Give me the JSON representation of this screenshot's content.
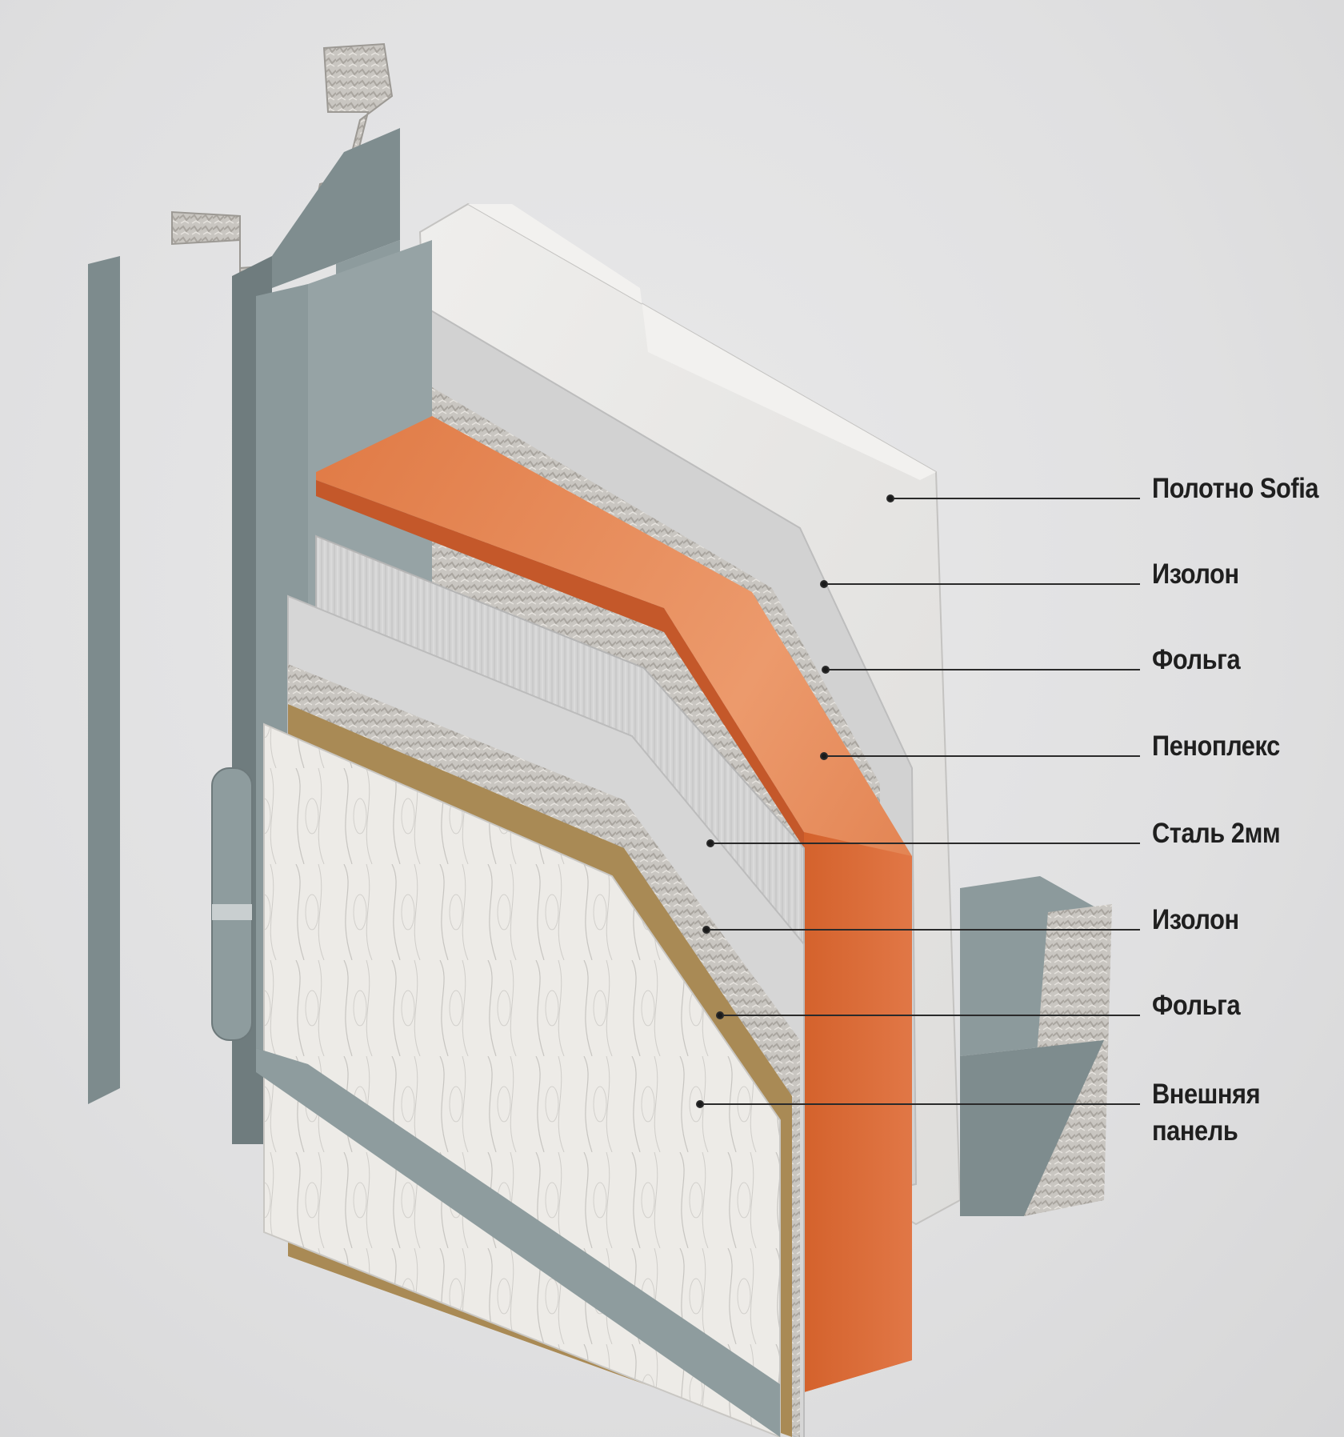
{
  "callouts": [
    {
      "text": "Полотно Sofia"
    },
    {
      "text": "Изолон"
    },
    {
      "text": "Фольга"
    },
    {
      "text": "Пеноплекс"
    },
    {
      "text": "Сталь 2мм"
    },
    {
      "text": "Изолон"
    },
    {
      "text": "Фольга"
    },
    {
      "text": "Внешняя",
      "text2": "панель"
    }
  ],
  "colors": {
    "frame_steel": "#8b999b",
    "frame_steel_dark": "#6f7c7e",
    "penoplex": "#d9703f",
    "penoplex_light": "#ec9a6c",
    "inner_panel": "#e7e6e4",
    "isolon": "#cfcfcf",
    "foil": "#c8c5c0",
    "mdf_core": "#a98a55",
    "outer_panel": "#eceae6",
    "leader_line": "#2a2a2a"
  }
}
